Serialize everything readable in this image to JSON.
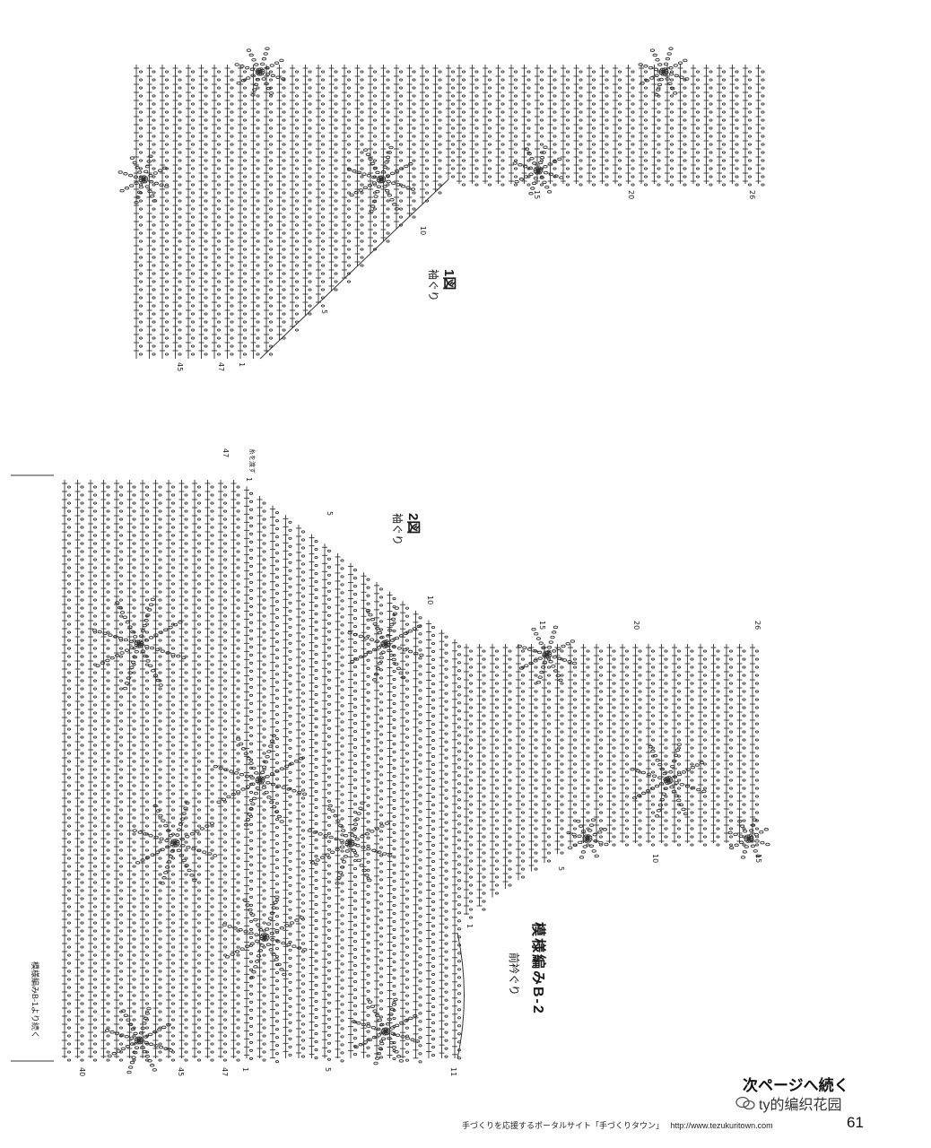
{
  "fig1": {
    "title": "1図",
    "subtitle": "袖ぐり",
    "row_labels": [
      "1",
      "5",
      "10",
      "15",
      "20",
      "26",
      "45",
      "47"
    ]
  },
  "fig2": {
    "title": "2図",
    "subtitle": "袖ぐり",
    "row_labels_top": [
      "47",
      "1",
      "5",
      "10",
      "15",
      "20",
      "26"
    ],
    "row_labels_bottom": [
      "40",
      "45",
      "47",
      "1",
      "5",
      "1",
      "5",
      "10",
      "15"
    ],
    "yarn_join": "糸を渡す"
  },
  "pattern": {
    "title": "模様編みB-2",
    "subtitle": "前衿ぐり",
    "continued_from": "模様編みB-1より続く"
  },
  "footer": {
    "portal_text": "手づくりを応援するポータルサイト「手づくりタウン」",
    "url": "http://www.tezukuritown.com",
    "page_number": "61",
    "continue_text": "次ページへ続く",
    "watermark": "ty的编织花园"
  }
}
